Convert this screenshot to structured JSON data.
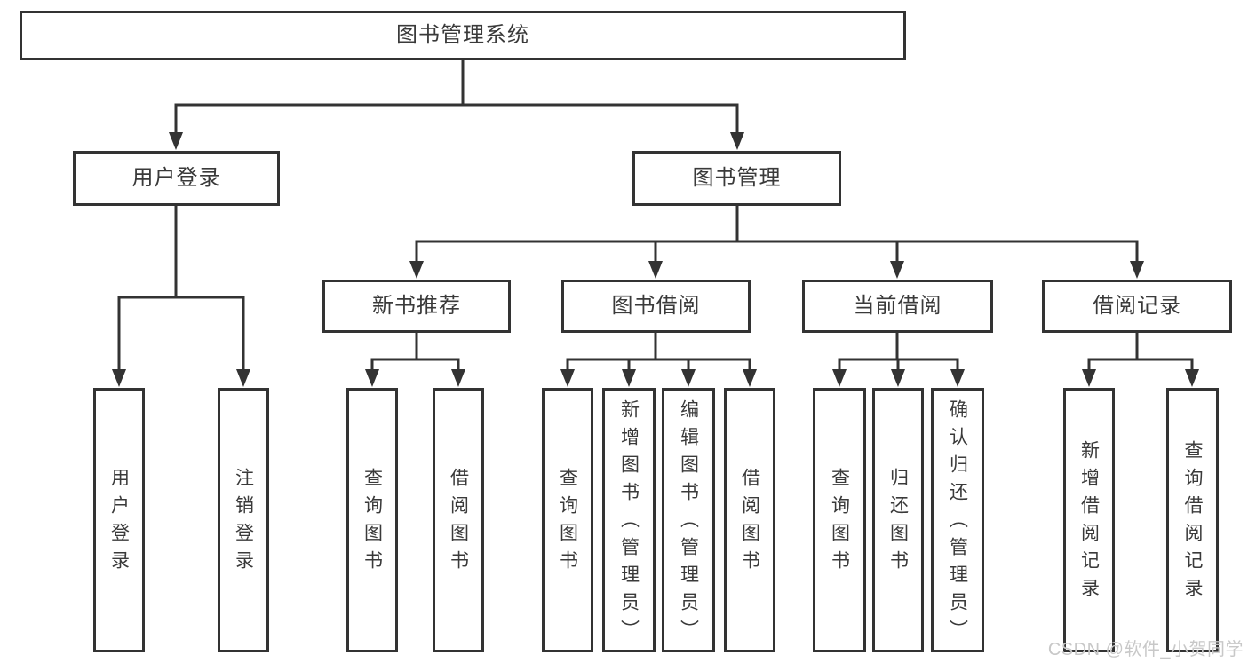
{
  "diagram": {
    "root": {
      "label": "图书管理系统"
    },
    "branches": [
      {
        "label": "用户登录",
        "children": [
          {
            "label": "用户登录"
          },
          {
            "label": "注销登录"
          }
        ]
      },
      {
        "label": "图书管理",
        "groups": [
          {
            "label": "新书推荐",
            "children": [
              {
                "label": "查询图书"
              },
              {
                "label": "借阅图书"
              }
            ]
          },
          {
            "label": "图书借阅",
            "children": [
              {
                "label": "查询图书"
              },
              {
                "label": "新增图书（管理员）"
              },
              {
                "label": "编辑图书（管理员）"
              },
              {
                "label": "借阅图书"
              }
            ]
          },
          {
            "label": "当前借阅",
            "children": [
              {
                "label": "查询图书"
              },
              {
                "label": "归还图书"
              },
              {
                "label": "确认归还（管理员）"
              }
            ]
          },
          {
            "label": "借阅记录",
            "children": [
              {
                "label": "新增借阅记录"
              },
              {
                "label": "查询借阅记录"
              }
            ]
          }
        ]
      }
    ]
  },
  "watermark": {
    "text": "CSDN @软件_小贺同学"
  },
  "colors": {
    "line": "#333333",
    "box_border": "#333333",
    "text": "#3a3a3a",
    "watermark": "#c8c8c8",
    "background": "#ffffff"
  }
}
